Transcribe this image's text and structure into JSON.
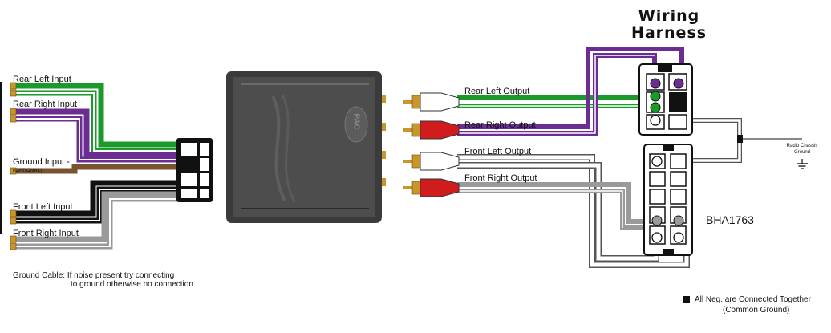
{
  "title": {
    "line1": "Wiring",
    "line2": "Harness"
  },
  "inputs": {
    "rear_left": "Rear Left Input",
    "rear_right": "Rear Right Input",
    "ground": "Ground Input -",
    "ground_optional": "(OPTIONAL)",
    "front_left": "Front Left Input",
    "front_right": "Front Right Input"
  },
  "outputs": {
    "rear_left": "Rear Left Output",
    "rear_right": "Rear Right Output",
    "front_left": "Front Left Output",
    "front_right": "Front Right Output"
  },
  "device": {
    "logo": "PAC"
  },
  "harness": {
    "part_number": "BHA1763"
  },
  "chassis": {
    "line1": "Radio Chassis",
    "line2": "Ground"
  },
  "ground_note": {
    "line1": "Ground Cable: If noise present try connecting",
    "line2": "to ground otherwise no connection"
  },
  "legend": {
    "line1": "All Neg. are Connected Together",
    "line2": "(Common Ground)"
  },
  "colors": {
    "green": "#1a9a2a",
    "purple": "#6b2d91",
    "brown": "#7a5230",
    "black": "#111111",
    "gray": "#9a9a9a",
    "white_wire": "#ffffff",
    "red_rca": "#d01c1c",
    "device_body": "#4a4a4a"
  }
}
